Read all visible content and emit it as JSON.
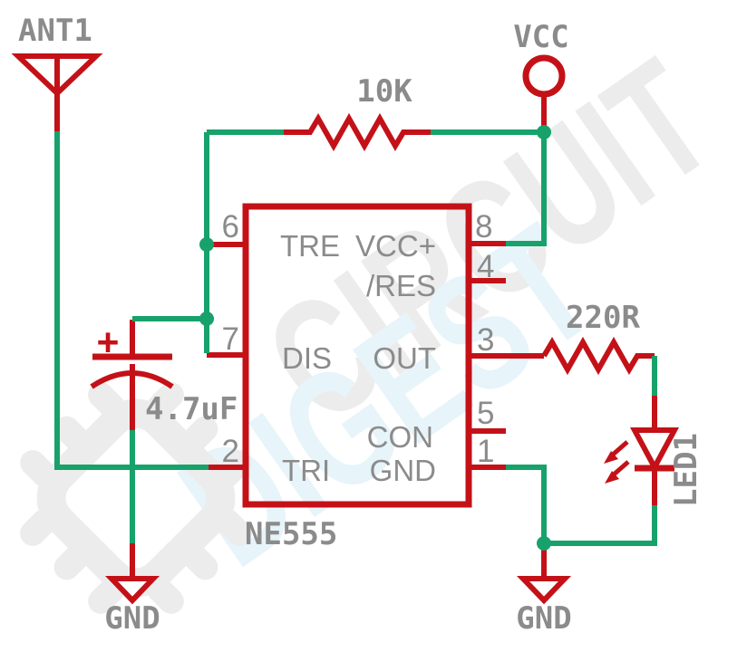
{
  "diagram_type": "circuit-schematic",
  "labels": {
    "antenna_ref": "ANT1",
    "vcc": "VCC",
    "r1_value": "10K",
    "r2_value": "220R",
    "cap_value": "4.7uF",
    "cap_polarity": "+",
    "ic_ref": "NE555",
    "led_ref": "LED1",
    "gnd_left": "GND",
    "gnd_right": "GND"
  },
  "ic": {
    "pin_numbers": {
      "n6": "6",
      "n7": "7",
      "n2": "2",
      "n8": "8",
      "n4": "4",
      "n3": "3",
      "n5": "5",
      "n1": "1"
    },
    "pin_names": {
      "tre": "TRE",
      "vccplus": "VCC+",
      "res": "/RES",
      "dis": "DIS",
      "out": "OUT",
      "con": "CON",
      "tri": "TRI",
      "gnd": "GND"
    }
  },
  "watermark": {
    "line1": "CIRCUIT",
    "line2": "DIGEST"
  },
  "colors": {
    "symbol_red": "#c41118",
    "wire_green": "#17a26b",
    "label_gray": "#8b8b8b",
    "watermark_gray": "#ececec",
    "watermark_blue": "#e7f4fa",
    "background": "#ffffff"
  }
}
